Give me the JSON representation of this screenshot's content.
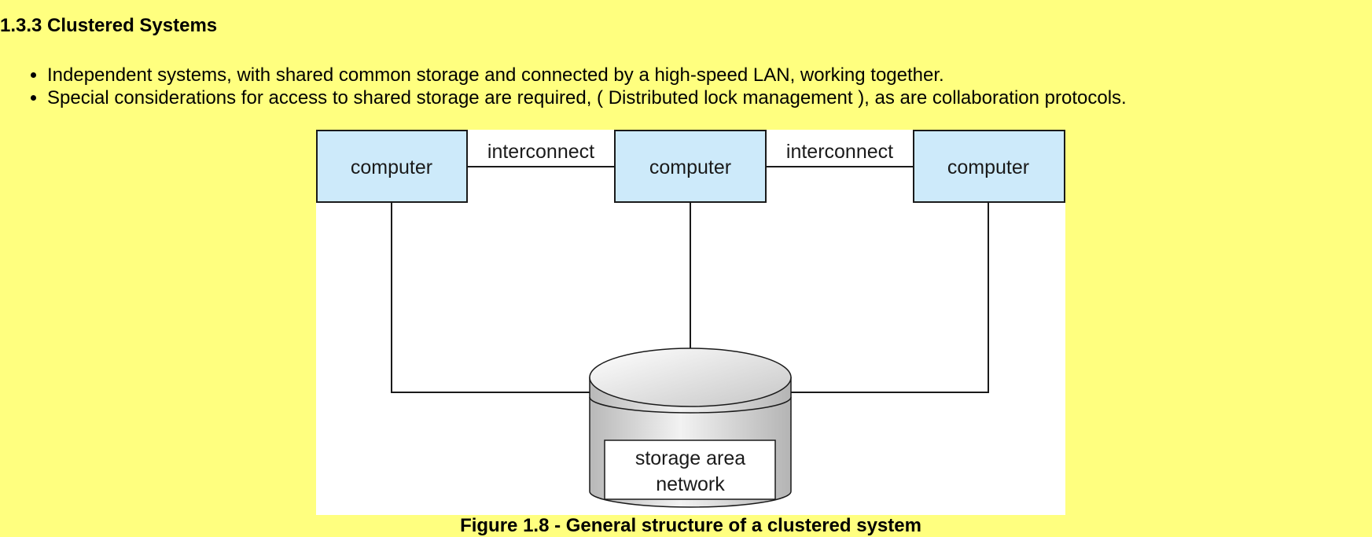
{
  "section": {
    "heading": "1.3.3 Clustered Systems",
    "bullets": [
      "Independent systems, with shared common storage and connected by a high-speed LAN, working together.",
      "Special considerations for access to shared storage are required, ( Distributed lock management ), as are collaboration protocols."
    ]
  },
  "diagram": {
    "computers": [
      "computer",
      "computer",
      "computer"
    ],
    "interconnects": [
      "interconnect",
      "interconnect"
    ],
    "storage": {
      "label_line1": "storage area",
      "label_line2": "network"
    },
    "colors": {
      "computer_fill": "#cdeafa",
      "line": "#1a1a1a",
      "figure_background": "#ffffff",
      "page_background": "#ffff7f"
    }
  },
  "figure": {
    "caption": "Figure 1.8 - General structure of a clustered system"
  }
}
